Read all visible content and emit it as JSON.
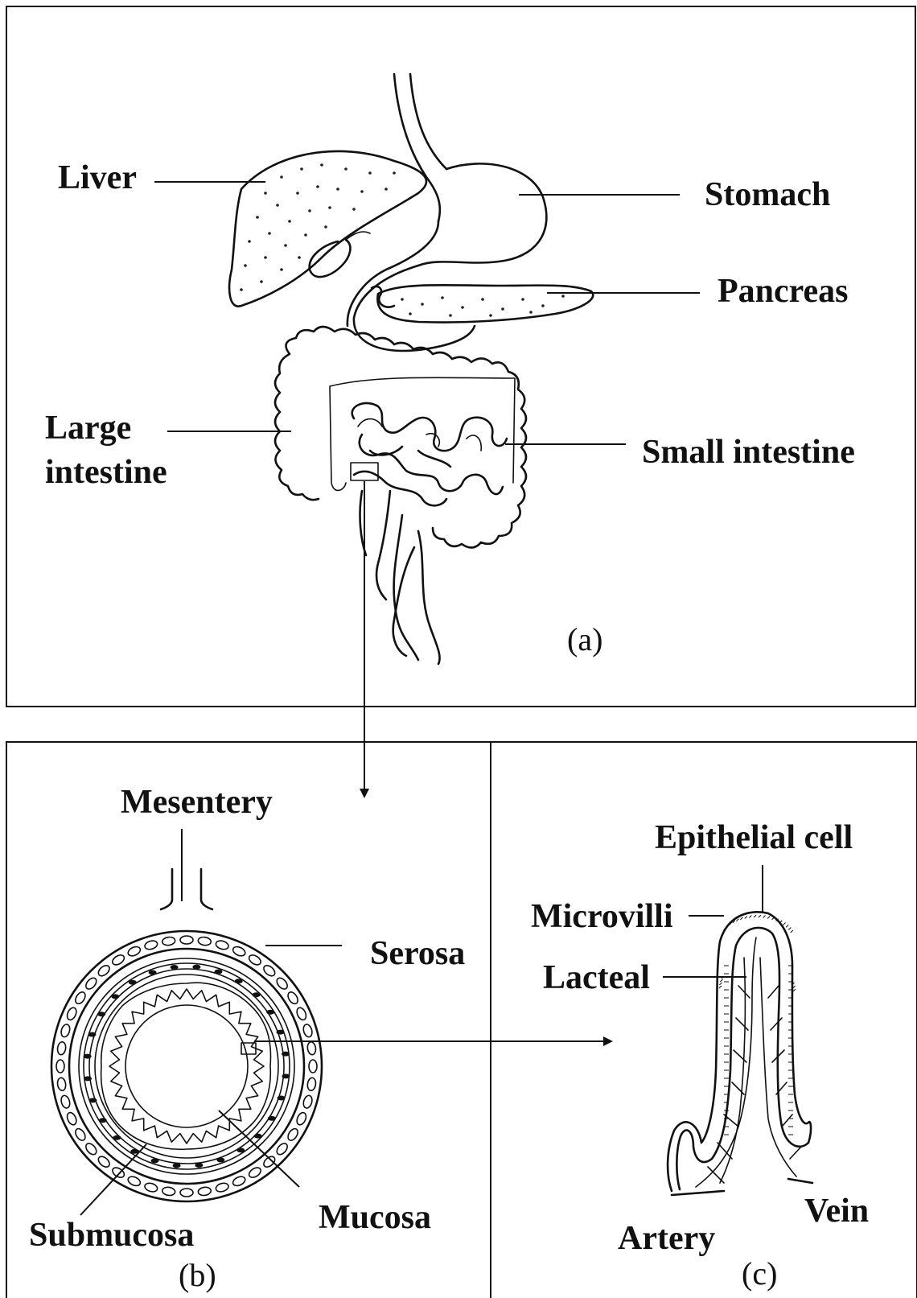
{
  "panel_a": {
    "caption": "(a)",
    "labels": {
      "liver": "Liver",
      "stomach": "Stomach",
      "pancreas": "Pancreas",
      "large_intestine_line1": "Large",
      "large_intestine_line2": "intestine",
      "small_intestine": "Small intestine"
    }
  },
  "panel_b": {
    "caption": "(b)",
    "labels": {
      "mesentery": "Mesentery",
      "serosa": "Serosa",
      "submucosa": "Submucosa",
      "mucosa": "Mucosa"
    }
  },
  "panel_c": {
    "caption": "(c)",
    "labels": {
      "epithelial_cell": "Epithelial cell",
      "microvilli": "Microvilli",
      "lacteal": "Lacteal",
      "artery": "Artery",
      "vein": "Vein"
    }
  }
}
